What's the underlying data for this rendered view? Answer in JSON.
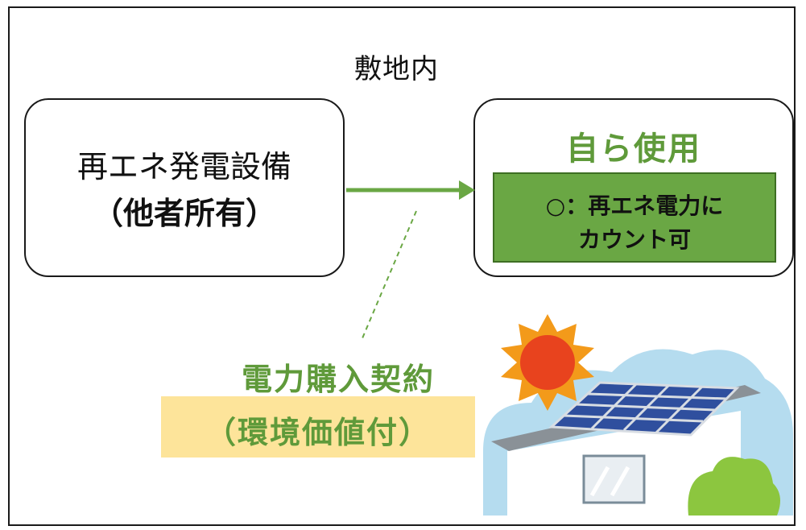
{
  "diagram": {
    "site_label": "敷地内",
    "generator_box": {
      "line1": "再エネ発電設備",
      "line2": "（他者所有）"
    },
    "self_use_box": {
      "title": "自ら使用",
      "note_line1": "○：再エネ電力に",
      "note_line2": "カウント可"
    },
    "contract": {
      "label": "電力購入契約",
      "sub_label": "（環境価値付）"
    }
  },
  "colors": {
    "accent_green": "#5f9a3a",
    "box_green": "#6aa744",
    "highlight_yellow": "#fde49a",
    "sun_red": "#e8431e",
    "sun_orange": "#f39a1a",
    "panel_blue": "#2f4f9e",
    "cloud_blue": "#b5dcef"
  },
  "icons": [
    "sun-icon",
    "house-icon",
    "solar-panel-icon",
    "cloud-icon",
    "bush-icon"
  ]
}
